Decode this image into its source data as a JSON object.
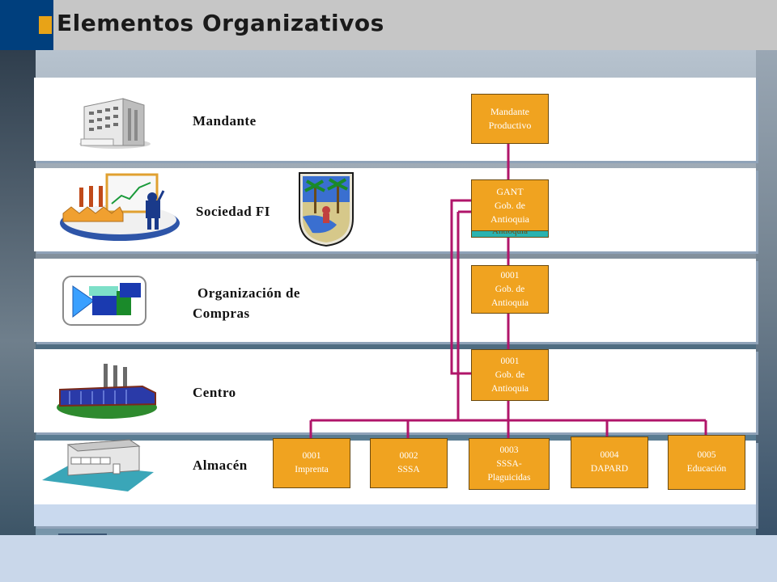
{
  "header": {
    "title": "Elementos Organizativos"
  },
  "levels": {
    "mandante": "Mandante",
    "sociedad": "Sociedad FI",
    "organizacion_line1": "Organización de",
    "organizacion_line2": "Compras",
    "centro": "Centro",
    "almacen": "Almacén"
  },
  "nodes": {
    "mandante": "Mandante\nProductivo",
    "sociedad": "GANT\nGob. de\nAntioquia",
    "sociedad_shadow": "Antioquia",
    "org_compras": "0001\nGob. de\nAntioquia",
    "centro": "0001\nGob. de\nAntioquia",
    "almacenes": [
      "0001\nImprenta",
      "0002\nSSSA",
      "0003\nSSSA-\nPlaguicidas",
      "0004\nDAPARD",
      "0005\nEducación"
    ]
  },
  "colors": {
    "node_fill": "#f0a320",
    "connector": "#b0156a",
    "header_bar": "#003f7d",
    "title_bullet": "#e8a317"
  },
  "icons": [
    "office-building-icon",
    "factory-chart-icon",
    "coat-of-arms-icon",
    "purchasing-icon",
    "factory-icon",
    "warehouse-icon"
  ]
}
